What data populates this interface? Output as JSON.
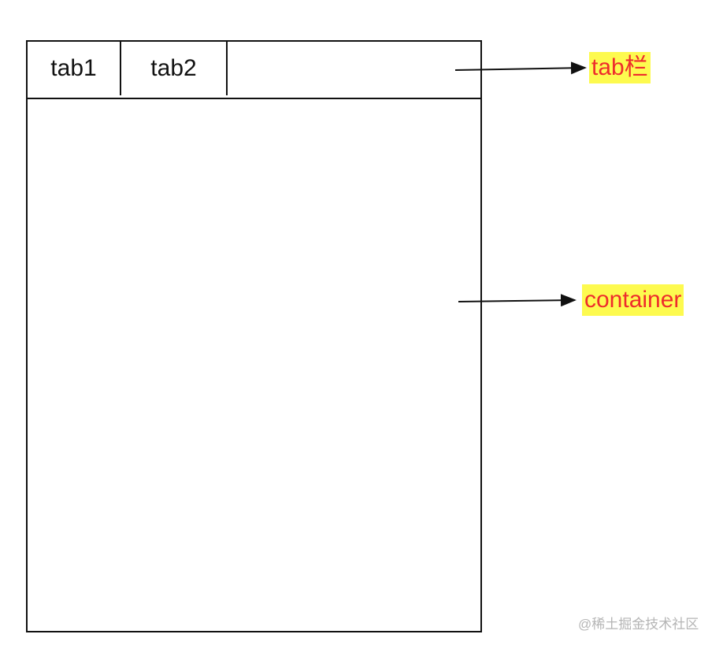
{
  "tabs": [
    {
      "label": "tab1"
    },
    {
      "label": "tab2"
    }
  ],
  "annotations": {
    "tab_bar": "tab栏",
    "container": "container"
  },
  "watermark": "@稀土掘金技术社区",
  "colors": {
    "stroke": "#111111",
    "label_text": "#ee2c2c",
    "label_highlight": "#fdfa4f",
    "watermark": "#b5b5b5"
  }
}
